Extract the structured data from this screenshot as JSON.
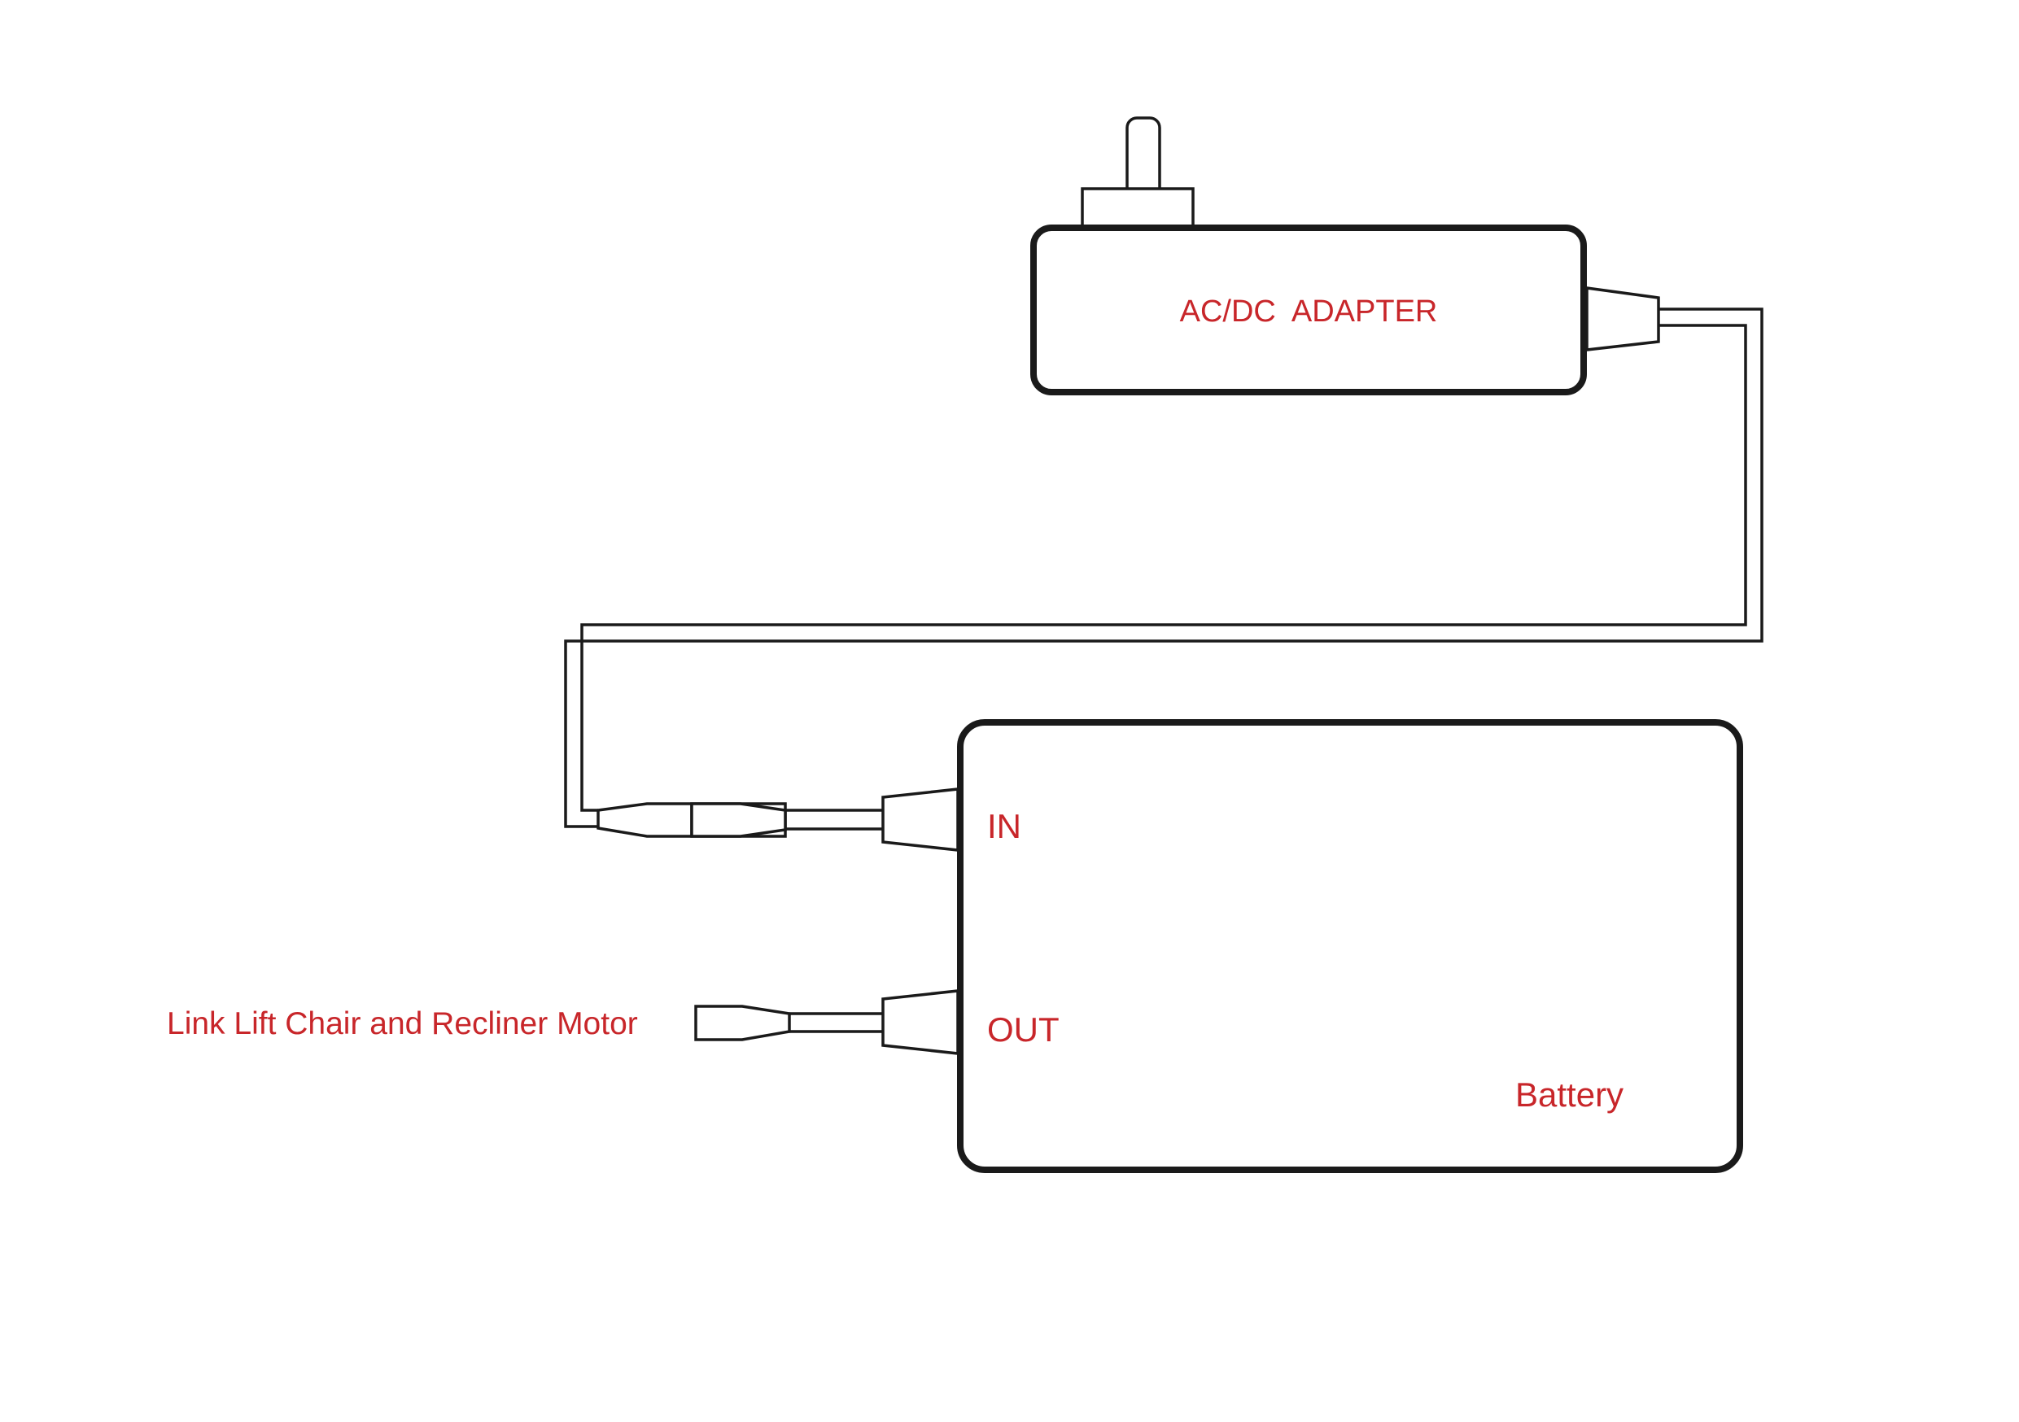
{
  "diagram": {
    "adapter_label": "AC/DC  ADAPTER",
    "battery_label": "Battery",
    "in_label": "IN",
    "out_label": "OUT",
    "motor_label": "Link Lift Chair and Recliner Motor"
  },
  "colors": {
    "label": "#c8262a",
    "line": "#1a1a1a",
    "background": "#ffffff"
  }
}
